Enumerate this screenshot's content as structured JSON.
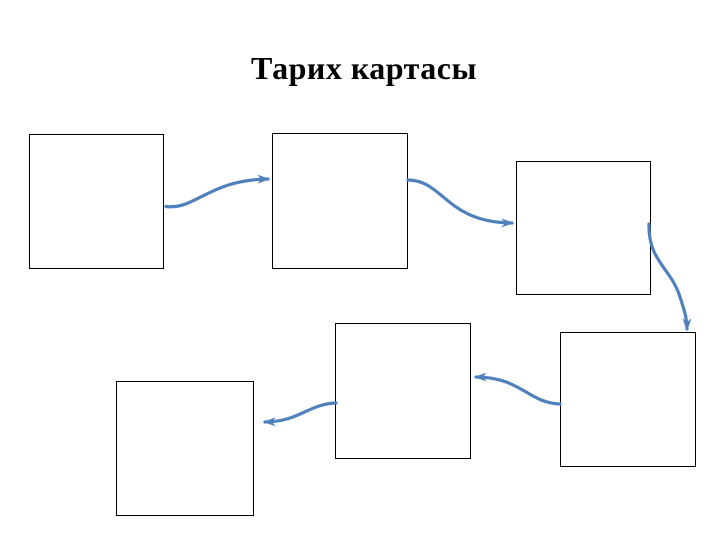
{
  "page": {
    "title": "Тарих картасы",
    "background_color": "#ffffff"
  },
  "diagram": {
    "accent_color": "#4f81bd",
    "box_border_color": "#000000",
    "box_fill_color": "#ffffff",
    "nodes": [
      {
        "id": "box-1",
        "label": "",
        "position": "top-left"
      },
      {
        "id": "box-2",
        "label": "",
        "position": "top-middle"
      },
      {
        "id": "box-3",
        "label": "",
        "position": "top-right"
      },
      {
        "id": "box-4",
        "label": "",
        "position": "bottom-right"
      },
      {
        "id": "box-5",
        "label": "",
        "position": "bottom-middle"
      },
      {
        "id": "box-6",
        "label": "",
        "position": "bottom-left"
      }
    ],
    "edges": [
      {
        "from": "box-1",
        "to": "box-2",
        "style": "curved-arrow"
      },
      {
        "from": "box-2",
        "to": "box-3",
        "style": "curved-arrow"
      },
      {
        "from": "box-3",
        "to": "box-4",
        "style": "curved-arrow"
      },
      {
        "from": "box-4",
        "to": "box-5",
        "style": "curved-arrow"
      },
      {
        "from": "box-5",
        "to": "box-6",
        "style": "curved-arrow"
      }
    ]
  }
}
